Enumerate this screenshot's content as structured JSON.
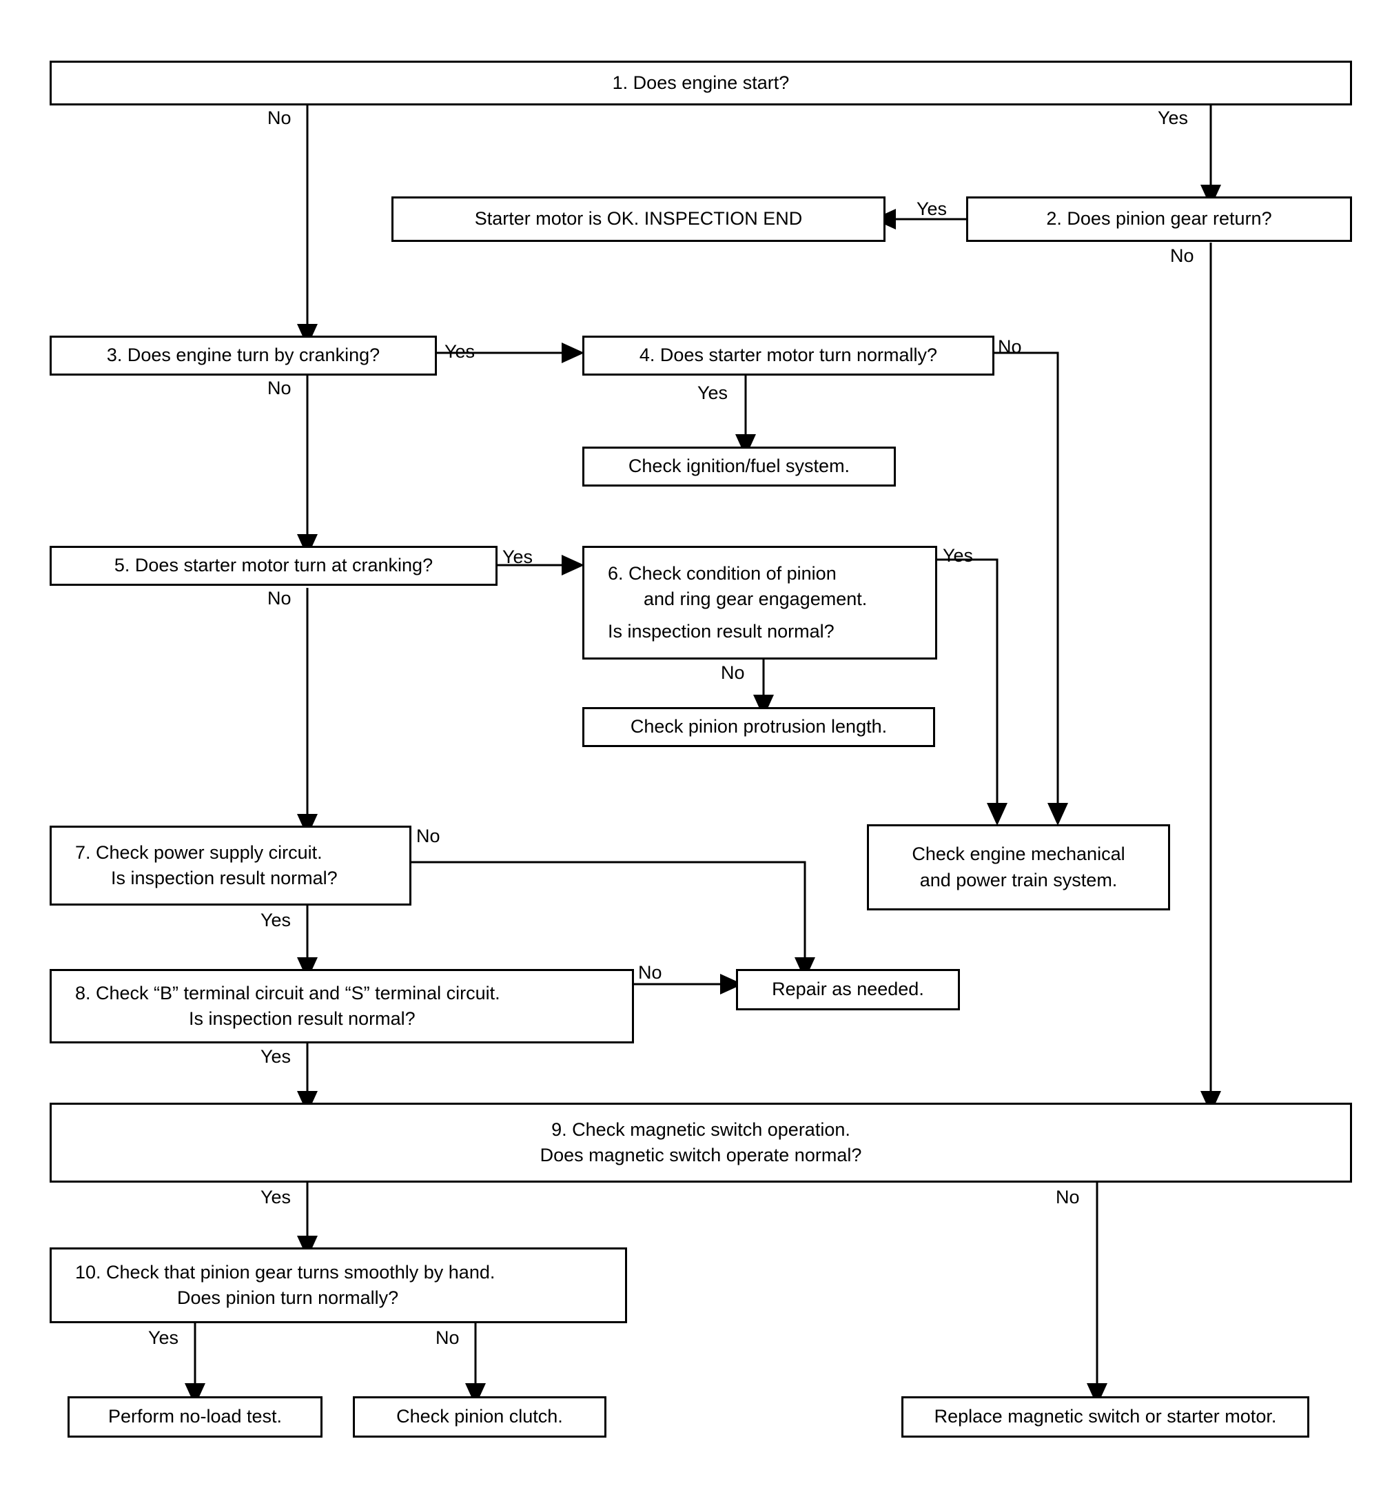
{
  "diagram": {
    "title": "Starter motor diagnostic flowchart",
    "stroke_color": "#000000",
    "background_color": "#ffffff",
    "nodes": [
      {
        "id": "n1",
        "lines": [
          "1. Does engine start?"
        ]
      },
      {
        "id": "ok",
        "lines": [
          "Starter motor is OK. INSPECTION END"
        ]
      },
      {
        "id": "n2",
        "lines": [
          "2. Does pinion gear return?"
        ]
      },
      {
        "id": "n3",
        "lines": [
          "3. Does engine turn by cranking?"
        ]
      },
      {
        "id": "n4",
        "lines": [
          "4. Does starter motor turn normally?"
        ]
      },
      {
        "id": "ign",
        "lines": [
          "Check ignition/fuel system."
        ]
      },
      {
        "id": "n5",
        "lines": [
          "5. Does starter motor turn at cranking?"
        ]
      },
      {
        "id": "n6",
        "lines": [
          "6. Check condition of pinion",
          "and ring gear engagement.",
          "Is inspection result normal?"
        ]
      },
      {
        "id": "prot",
        "lines": [
          "Check pinion protrusion length."
        ]
      },
      {
        "id": "n7",
        "lines": [
          "7. Check power supply circuit.",
          "Is inspection result normal?"
        ]
      },
      {
        "id": "mech",
        "lines": [
          "Check engine mechanical",
          "and power train system."
        ]
      },
      {
        "id": "n8",
        "lines": [
          "8. Check “B” terminal circuit and “S” terminal circuit.",
          "Is inspection result normal?"
        ]
      },
      {
        "id": "rep",
        "lines": [
          "Repair as needed."
        ]
      },
      {
        "id": "n9",
        "lines": [
          "9. Check magnetic switch operation.",
          "Does magnetic switch operate normal?"
        ]
      },
      {
        "id": "n10",
        "lines": [
          "10. Check that pinion gear turns smoothly by hand.",
          "Does pinion turn normally?"
        ]
      },
      {
        "id": "nl",
        "lines": [
          "Perform no-load test."
        ]
      },
      {
        "id": "clu",
        "lines": [
          "Check pinion clutch."
        ]
      },
      {
        "id": "rms",
        "lines": [
          "Replace magnetic switch or starter motor."
        ]
      }
    ],
    "edge_labels": [
      {
        "id": "e1no",
        "text": "No"
      },
      {
        "id": "e1yes",
        "text": "Yes"
      },
      {
        "id": "e2yes",
        "text": "Yes"
      },
      {
        "id": "e2no",
        "text": "No"
      },
      {
        "id": "e3yes",
        "text": "Yes"
      },
      {
        "id": "e3no",
        "text": "No"
      },
      {
        "id": "e4yes",
        "text": "Yes"
      },
      {
        "id": "e4no",
        "text": "No"
      },
      {
        "id": "e5yes",
        "text": "Yes"
      },
      {
        "id": "e5no",
        "text": "No"
      },
      {
        "id": "e6yes",
        "text": "Yes"
      },
      {
        "id": "e6no",
        "text": "No"
      },
      {
        "id": "e7no",
        "text": "No"
      },
      {
        "id": "e7yes",
        "text": "Yes"
      },
      {
        "id": "e8no",
        "text": "No"
      },
      {
        "id": "e8yes",
        "text": "Yes"
      },
      {
        "id": "e9yes",
        "text": "Yes"
      },
      {
        "id": "e9no",
        "text": "No"
      },
      {
        "id": "e10yes",
        "text": "Yes"
      },
      {
        "id": "e10no",
        "text": "No"
      }
    ]
  }
}
